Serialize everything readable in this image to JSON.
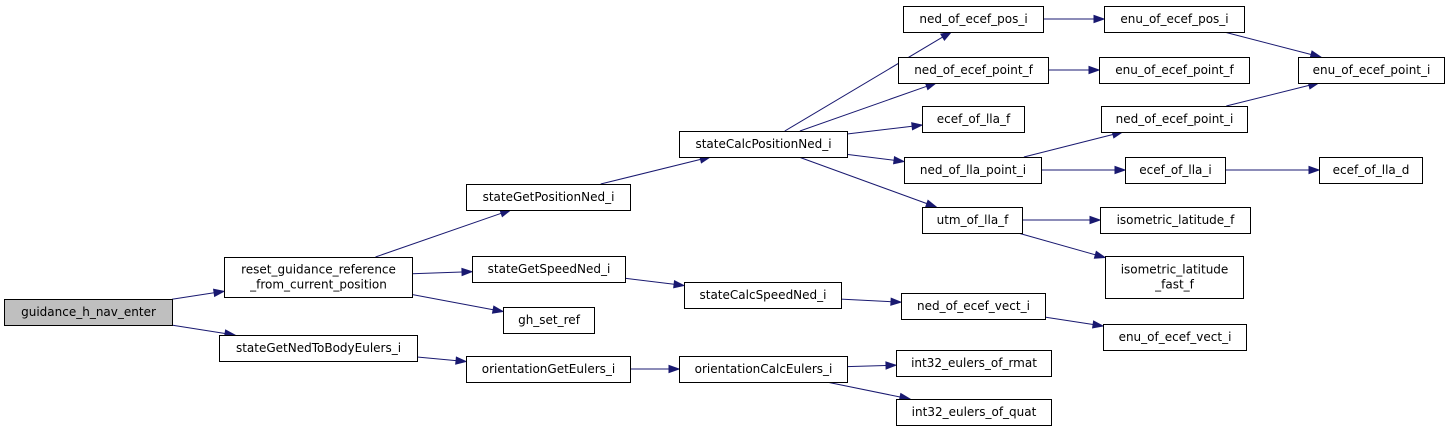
{
  "nodes": [
    {
      "id": "guidance_h_nav_enter",
      "lines": [
        "guidance_h_nav_enter"
      ],
      "root": true
    },
    {
      "id": "reset_guidance_reference",
      "lines": [
        "reset_guidance_reference",
        "_from_current_position"
      ]
    },
    {
      "id": "stateGetNedToBodyEulers_i",
      "lines": [
        "stateGetNedToBodyEulers_i"
      ]
    },
    {
      "id": "stateGetPositionNed_i",
      "lines": [
        "stateGetPositionNed_i"
      ]
    },
    {
      "id": "stateGetSpeedNed_i",
      "lines": [
        "stateGetSpeedNed_i"
      ]
    },
    {
      "id": "gh_set_ref",
      "lines": [
        "gh_set_ref"
      ]
    },
    {
      "id": "orientationGetEulers_i",
      "lines": [
        "orientationGetEulers_i"
      ]
    },
    {
      "id": "stateCalcPositionNed_i",
      "lines": [
        "stateCalcPositionNed_i"
      ]
    },
    {
      "id": "stateCalcSpeedNed_i",
      "lines": [
        "stateCalcSpeedNed_i"
      ]
    },
    {
      "id": "orientationCalcEulers_i",
      "lines": [
        "orientationCalcEulers_i"
      ]
    },
    {
      "id": "ned_of_ecef_pos_i",
      "lines": [
        "ned_of_ecef_pos_i"
      ]
    },
    {
      "id": "ned_of_ecef_point_f",
      "lines": [
        "ned_of_ecef_point_f"
      ]
    },
    {
      "id": "ecef_of_lla_f",
      "lines": [
        "ecef_of_lla_f"
      ]
    },
    {
      "id": "ned_of_lla_point_i",
      "lines": [
        "ned_of_lla_point_i"
      ]
    },
    {
      "id": "utm_of_lla_f",
      "lines": [
        "utm_of_lla_f"
      ]
    },
    {
      "id": "ned_of_ecef_vect_i",
      "lines": [
        "ned_of_ecef_vect_i"
      ]
    },
    {
      "id": "int32_eulers_of_rmat",
      "lines": [
        "int32_eulers_of_rmat"
      ]
    },
    {
      "id": "int32_eulers_of_quat",
      "lines": [
        "int32_eulers_of_quat"
      ]
    },
    {
      "id": "enu_of_ecef_pos_i",
      "lines": [
        "enu_of_ecef_pos_i"
      ]
    },
    {
      "id": "enu_of_ecef_point_f",
      "lines": [
        "enu_of_ecef_point_f"
      ]
    },
    {
      "id": "ned_of_ecef_point_i",
      "lines": [
        "ned_of_ecef_point_i"
      ]
    },
    {
      "id": "ecef_of_lla_i",
      "lines": [
        "ecef_of_lla_i"
      ]
    },
    {
      "id": "isometric_latitude_f",
      "lines": [
        "isometric_latitude_f"
      ]
    },
    {
      "id": "isometric_latitude_fast_f",
      "lines": [
        "isometric_latitude",
        "_fast_f"
      ]
    },
    {
      "id": "enu_of_ecef_vect_i",
      "lines": [
        "enu_of_ecef_vect_i"
      ]
    },
    {
      "id": "enu_of_ecef_point_i",
      "lines": [
        "enu_of_ecef_point_i"
      ]
    },
    {
      "id": "ecef_of_lla_d",
      "lines": [
        "ecef_of_lla_d"
      ]
    }
  ],
  "edges": [
    [
      "guidance_h_nav_enter",
      "reset_guidance_reference"
    ],
    [
      "guidance_h_nav_enter",
      "stateGetNedToBodyEulers_i"
    ],
    [
      "reset_guidance_reference",
      "stateGetPositionNed_i"
    ],
    [
      "reset_guidance_reference",
      "stateGetSpeedNed_i"
    ],
    [
      "reset_guidance_reference",
      "gh_set_ref"
    ],
    [
      "stateGetNedToBodyEulers_i",
      "orientationGetEulers_i"
    ],
    [
      "stateGetPositionNed_i",
      "stateCalcPositionNed_i"
    ],
    [
      "stateGetSpeedNed_i",
      "stateCalcSpeedNed_i"
    ],
    [
      "orientationGetEulers_i",
      "orientationCalcEulers_i"
    ],
    [
      "stateCalcPositionNed_i",
      "ned_of_ecef_pos_i"
    ],
    [
      "stateCalcPositionNed_i",
      "ned_of_ecef_point_f"
    ],
    [
      "stateCalcPositionNed_i",
      "ecef_of_lla_f"
    ],
    [
      "stateCalcPositionNed_i",
      "ned_of_lla_point_i"
    ],
    [
      "stateCalcPositionNed_i",
      "utm_of_lla_f"
    ],
    [
      "stateCalcSpeedNed_i",
      "ned_of_ecef_vect_i"
    ],
    [
      "orientationCalcEulers_i",
      "int32_eulers_of_rmat"
    ],
    [
      "orientationCalcEulers_i",
      "int32_eulers_of_quat"
    ],
    [
      "ned_of_ecef_pos_i",
      "enu_of_ecef_pos_i"
    ],
    [
      "ned_of_ecef_point_f",
      "enu_of_ecef_point_f"
    ],
    [
      "ned_of_lla_point_i",
      "ned_of_ecef_point_i"
    ],
    [
      "ned_of_lla_point_i",
      "ecef_of_lla_i"
    ],
    [
      "utm_of_lla_f",
      "isometric_latitude_f"
    ],
    [
      "utm_of_lla_f",
      "isometric_latitude_fast_f"
    ],
    [
      "ned_of_ecef_vect_i",
      "enu_of_ecef_vect_i"
    ],
    [
      "enu_of_ecef_pos_i",
      "enu_of_ecef_point_i"
    ],
    [
      "ned_of_ecef_point_i",
      "enu_of_ecef_point_i"
    ],
    [
      "ecef_of_lla_i",
      "ecef_of_lla_d"
    ]
  ]
}
